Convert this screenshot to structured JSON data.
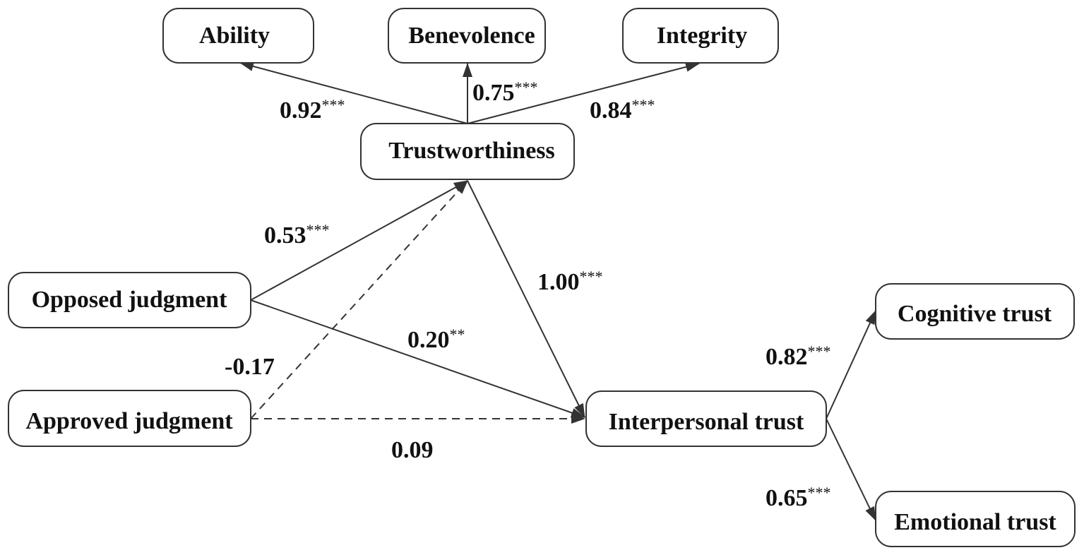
{
  "nodes": {
    "ability": "Ability",
    "benevolence": "Benevolence",
    "integrity": "Integrity",
    "trustworthiness": "Trustworthiness",
    "opposed": "Opposed judgment",
    "approved": "Approved judgment",
    "interpersonal": "Interpersonal trust",
    "cognitive": "Cognitive trust",
    "emotional": "Emotional trust"
  },
  "edges": [
    {
      "id": "tw-ability",
      "from": "trustworthiness",
      "to": "ability",
      "coefficient": "0.92",
      "significance": "***",
      "style": "solid"
    },
    {
      "id": "tw-benevolence",
      "from": "trustworthiness",
      "to": "benevolence",
      "coefficient": "0.75",
      "significance": "***",
      "style": "solid"
    },
    {
      "id": "tw-integrity",
      "from": "trustworthiness",
      "to": "integrity",
      "coefficient": "0.84",
      "significance": "***",
      "style": "solid"
    },
    {
      "id": "opposed-tw",
      "from": "opposed",
      "to": "trustworthiness",
      "coefficient": "0.53",
      "significance": "***",
      "style": "solid"
    },
    {
      "id": "approved-tw",
      "from": "approved",
      "to": "trustworthiness",
      "coefficient": "-0.17",
      "significance": "",
      "style": "dashed"
    },
    {
      "id": "tw-interpersonal",
      "from": "trustworthiness",
      "to": "interpersonal",
      "coefficient": "1.00",
      "significance": "***",
      "style": "solid"
    },
    {
      "id": "opposed-interpersonal",
      "from": "opposed",
      "to": "interpersonal",
      "coefficient": "0.20",
      "significance": "**",
      "style": "solid"
    },
    {
      "id": "approved-interpersonal",
      "from": "approved",
      "to": "interpersonal",
      "coefficient": "0.09",
      "significance": "",
      "style": "dashed"
    },
    {
      "id": "interpersonal-cognitive",
      "from": "interpersonal",
      "to": "cognitive",
      "coefficient": "0.82",
      "significance": "***",
      "style": "solid"
    },
    {
      "id": "interpersonal-emotional",
      "from": "interpersonal",
      "to": "emotional",
      "coefficient": "0.65",
      "significance": "***",
      "style": "solid"
    }
  ],
  "colors": {
    "stroke": "#333333",
    "text": "#111111",
    "background": "#ffffff"
  }
}
